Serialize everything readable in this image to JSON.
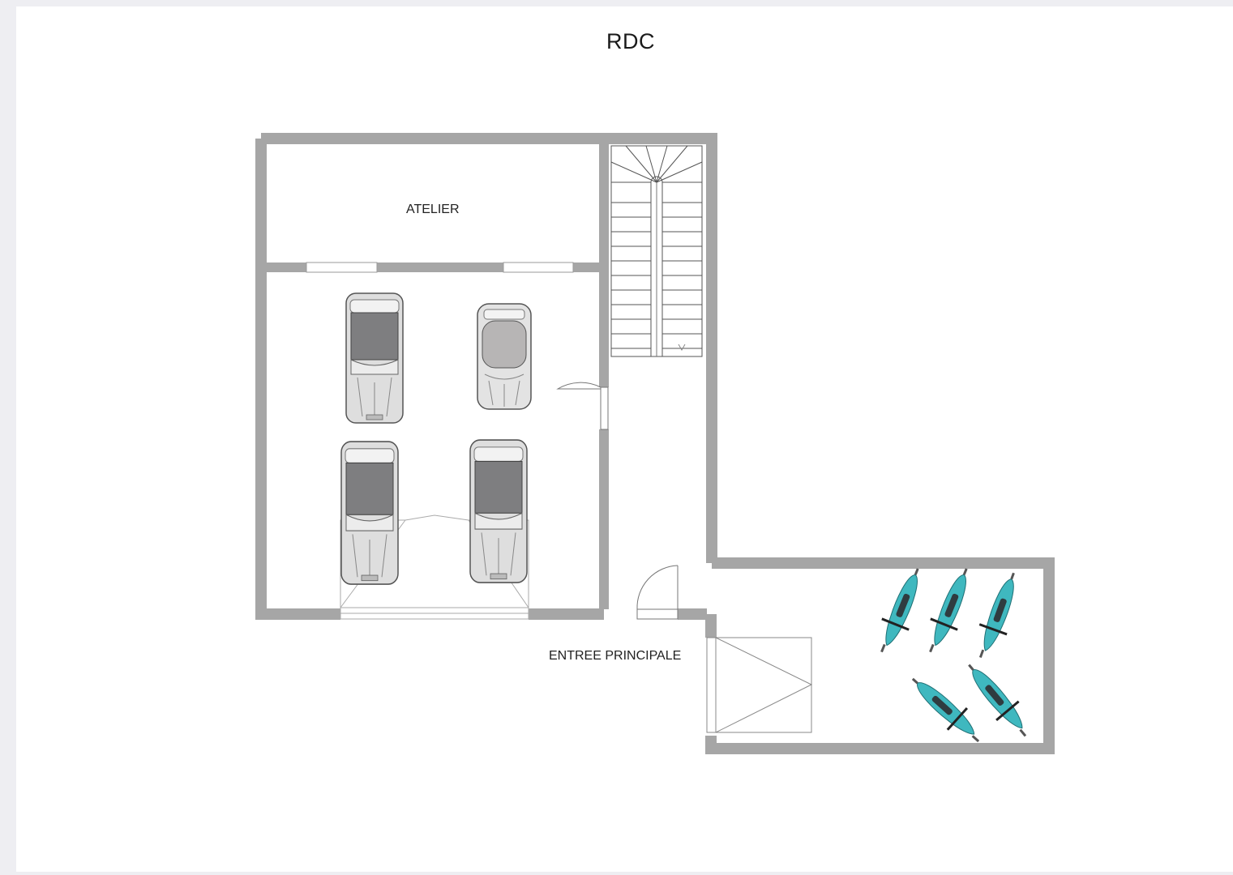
{
  "plan": {
    "title": "RDC",
    "rooms": {
      "atelier": "ATELIER",
      "entree": "ENTREE PRINCIPALE"
    },
    "colors": {
      "wall": "#a6a6a6",
      "bike": "#3fb8bf",
      "car_body": "#d9d9d9",
      "car_glass": "#7e7e80"
    },
    "vehicles": {
      "cars": 4,
      "bikes": 5
    }
  }
}
